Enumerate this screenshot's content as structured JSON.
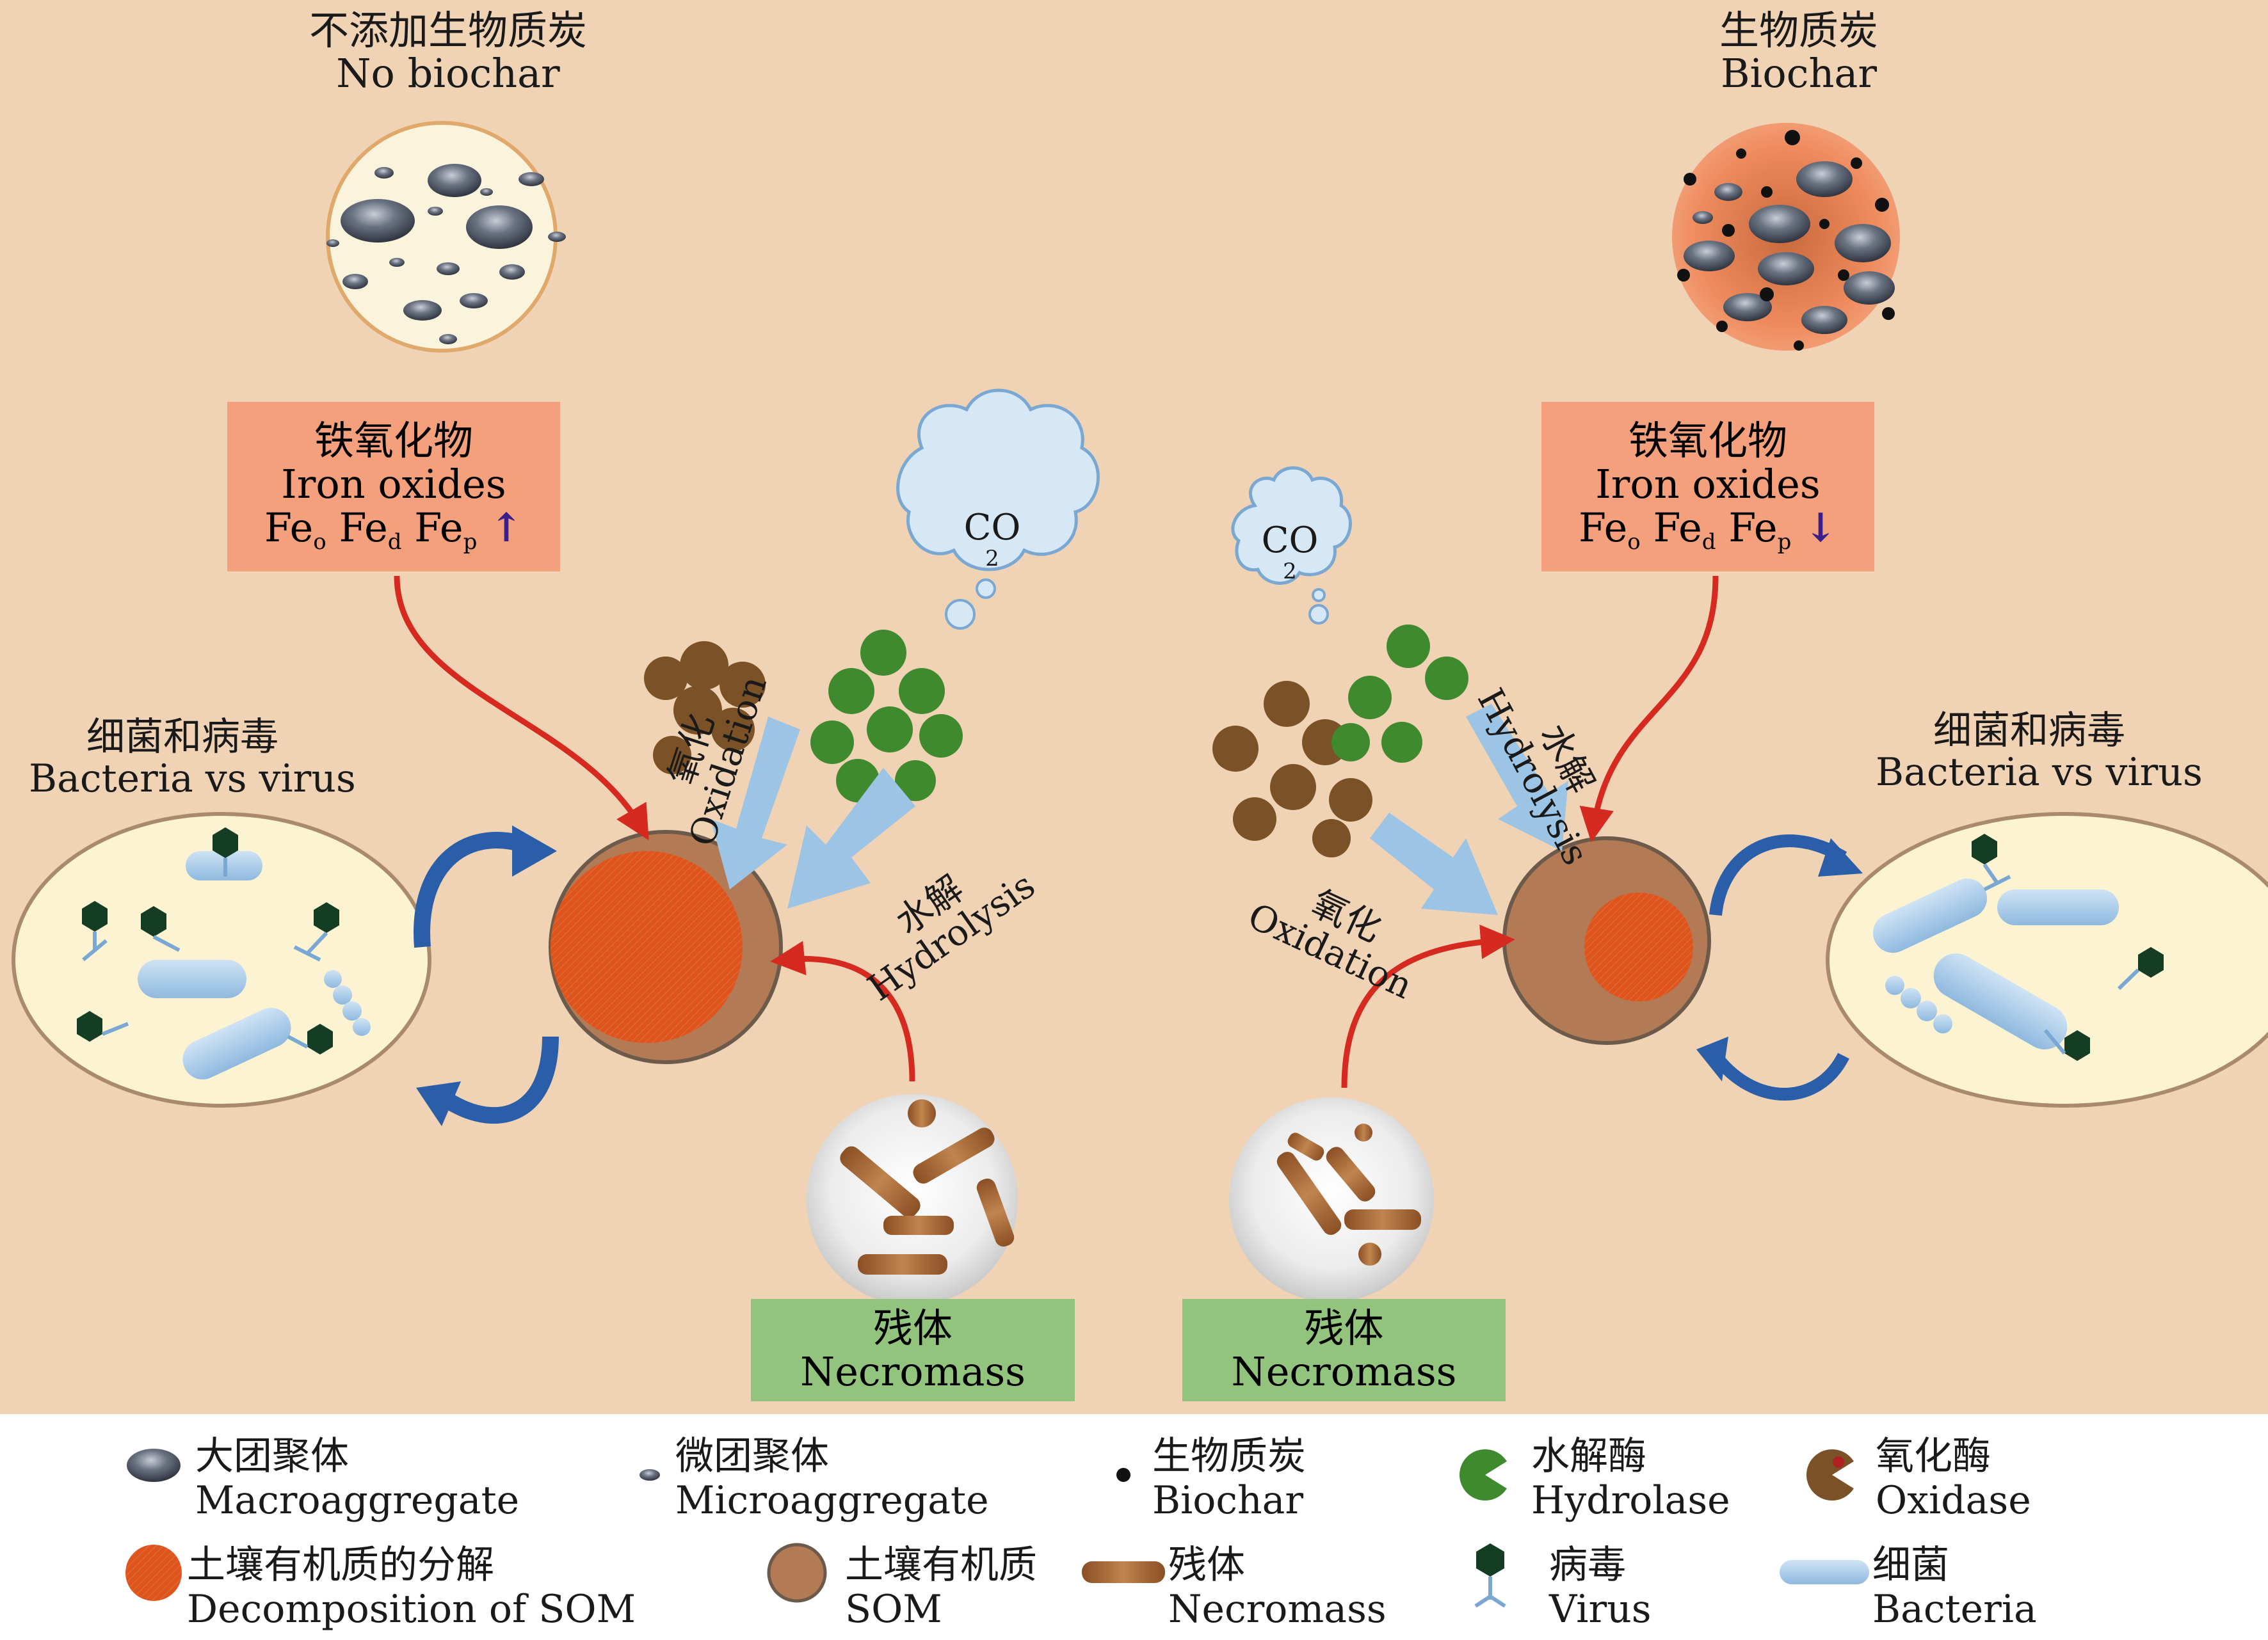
{
  "left_panel": {
    "title_cn": "不添加生物质炭",
    "title_en": "No biochar",
    "iron_box": {
      "cn": "铁氧化物",
      "en": "Iron oxides",
      "fe": [
        "Fe",
        "o",
        " Fe",
        "d",
        " Fe",
        "p"
      ],
      "trend": "↑"
    },
    "microbes_cn": "细菌和病毒",
    "microbes_en": "Bacteria vs virus",
    "oxidation_cn": "氧化",
    "oxidation_en": "Oxidation",
    "hydrolysis_cn": "水解",
    "hydrolysis_en": "Hydrolysis",
    "co2": [
      "CO",
      "2"
    ],
    "necromass_cn": "残体",
    "necromass_en": "Necromass"
  },
  "right_panel": {
    "title_cn": "生物质炭",
    "title_en": "Biochar",
    "iron_box": {
      "cn": "铁氧化物",
      "en": "Iron oxides",
      "fe": [
        "Fe",
        "o",
        " Fe",
        "d",
        " Fe",
        "p"
      ],
      "trend": "↓"
    },
    "microbes_cn": "细菌和病毒",
    "microbes_en": "Bacteria vs virus",
    "oxidation_cn": "氧化",
    "oxidation_en": "Oxidation",
    "hydrolysis_cn": "水解",
    "hydrolysis_en": "Hydrolysis",
    "co2": [
      "CO",
      "2"
    ],
    "necromass_cn": "残体",
    "necromass_en": "Necromass"
  },
  "legend": [
    {
      "icon": "macroaggregate-icon",
      "cn": "大团聚体",
      "en": "Macroaggregate"
    },
    {
      "icon": "microaggregate-icon",
      "cn": "微团聚体",
      "en": "Microaggregate"
    },
    {
      "icon": "biochar-icon",
      "cn": "生物质炭",
      "en": "Biochar"
    },
    {
      "icon": "hydrolase-icon",
      "cn": "水解酶",
      "en": "Hydrolase"
    },
    {
      "icon": "oxidase-icon",
      "cn": "氧化酶",
      "en": "Oxidase"
    },
    {
      "icon": "som-decomposition-icon",
      "cn": "土壤有机质的分解",
      "en": "Decomposition of SOM"
    },
    {
      "icon": "som-icon",
      "cn": "土壤有机质",
      "en": "SOM"
    },
    {
      "icon": "necromass-icon",
      "cn": "残体",
      "en": "Necromass"
    },
    {
      "icon": "virus-icon",
      "cn": "病毒",
      "en": "Virus"
    },
    {
      "icon": "bacteria-icon",
      "cn": "细菌",
      "en": "Bacteria"
    }
  ],
  "colors": {
    "background": "#f0d2b4",
    "iron_box": "#f5a07c",
    "necromass_box": "#93c47d",
    "som_decomposition": "#e0541c",
    "som": "#b27a55",
    "red_arrow": "#d62a20",
    "blue_arrow": "#2a5ea8",
    "light_blue_arrow": "#9cc4e4",
    "hydrolase": "#3f8a2e",
    "oxidase": "#7b5228",
    "virus": "#143d24",
    "bacteria": "#a8cbe8"
  }
}
